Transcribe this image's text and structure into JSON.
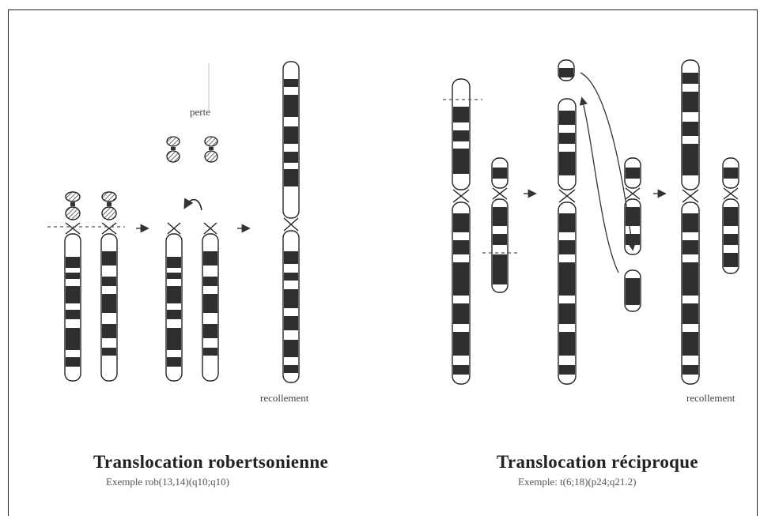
{
  "robertsonian": {
    "label_loss": "perte",
    "label_fusion": "recollement",
    "title": "Translocation robertsonienne",
    "example": "Exemple rob(13,14)(q10;q10)"
  },
  "reciprocal": {
    "label_fusion": "recollement",
    "title": "Translocation réciproque",
    "example": "Exemple: t(6;18)(p24;q21.2)"
  },
  "colors": {
    "band_dark": "#2f2f2f",
    "outline": "#1a1a1a",
    "background": "#ffffff"
  }
}
